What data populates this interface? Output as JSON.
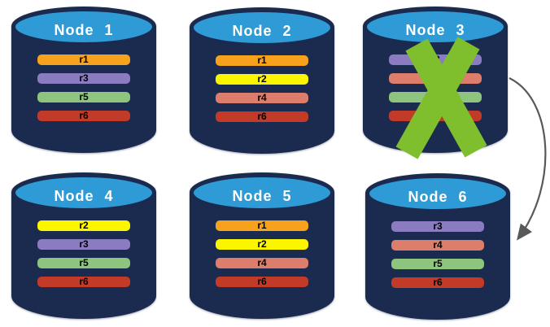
{
  "colors": {
    "cylinder_body": "#1B2B4F",
    "cylinder_top": "#2F9BD6",
    "title_text": "#FFFFFF",
    "bar_text": "#000000",
    "cross": "#7FBF2E",
    "arrow": "#595959"
  },
  "nodes": [
    {
      "title": "Node 1",
      "failed": false,
      "bars": [
        {
          "label": "r1",
          "color": "#F6A21D"
        },
        {
          "label": "r3",
          "color": "#8B7CC2"
        },
        {
          "label": "r5",
          "color": "#8DC57E"
        },
        {
          "label": "r6",
          "color": "#C13B28"
        }
      ]
    },
    {
      "title": "Node 2",
      "failed": false,
      "bars": [
        {
          "label": "r1",
          "color": "#F6A21D"
        },
        {
          "label": "r2",
          "color": "#FBF500"
        },
        {
          "label": "r4",
          "color": "#DC7E6B"
        },
        {
          "label": "r6",
          "color": "#C13B28"
        }
      ]
    },
    {
      "title": "Node 3",
      "failed": true,
      "bars": [
        {
          "label": "r3",
          "color": "#8B7CC2"
        },
        {
          "label": "",
          "color": "#DC7E6B"
        },
        {
          "label": "",
          "color": "#8DC57E"
        },
        {
          "label": "",
          "color": "#C13B28"
        }
      ]
    },
    {
      "title": "Node 4",
      "failed": false,
      "bars": [
        {
          "label": "r2",
          "color": "#FBF500"
        },
        {
          "label": "r3",
          "color": "#8B7CC2"
        },
        {
          "label": "r5",
          "color": "#8DC57E"
        },
        {
          "label": "r6",
          "color": "#C13B28"
        }
      ]
    },
    {
      "title": "Node 5",
      "failed": false,
      "bars": [
        {
          "label": "r1",
          "color": "#F6A21D"
        },
        {
          "label": "r2",
          "color": "#FBF500"
        },
        {
          "label": "r4",
          "color": "#DC7E6B"
        },
        {
          "label": "r6",
          "color": "#C13B28"
        }
      ]
    },
    {
      "title": "Node 6",
      "failed": false,
      "bars": [
        {
          "label": "r3",
          "color": "#8B7CC2"
        },
        {
          "label": "r4",
          "color": "#DC7E6B"
        },
        {
          "label": "r5",
          "color": "#8DC57E"
        },
        {
          "label": "r6",
          "color": "#C13B28"
        }
      ]
    }
  ],
  "annotations": {
    "failure_cross_on": "Node 3",
    "arrow_from": "Node 3",
    "arrow_to": "Node 6"
  }
}
